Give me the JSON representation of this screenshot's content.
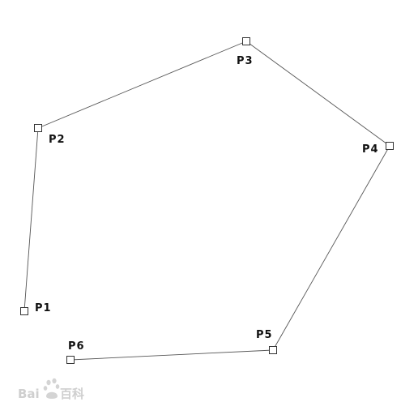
{
  "points": [
    {
      "id": "p1",
      "label": "P1"
    },
    {
      "id": "p2",
      "label": "P2"
    },
    {
      "id": "p3",
      "label": "P3"
    },
    {
      "id": "p4",
      "label": "P4"
    },
    {
      "id": "p5",
      "label": "P5"
    },
    {
      "id": "p6",
      "label": "P6"
    }
  ],
  "watermark": {
    "text_left": "Bai",
    "text_right": "百科"
  },
  "colors": {
    "line": "#555555",
    "marker_stroke": "#333333",
    "label": "#111111",
    "watermark": "#cfcfcf"
  }
}
